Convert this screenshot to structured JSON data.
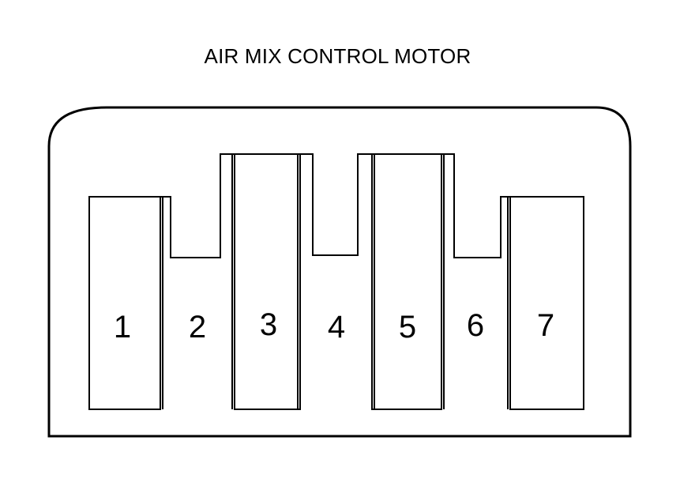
{
  "title": "AIR MIX CONTROL MOTOR",
  "connector": {
    "pins": [
      {
        "number": "1",
        "tall": false
      },
      {
        "number": "2",
        "tall": false
      },
      {
        "number": "3",
        "tall": true
      },
      {
        "number": "4",
        "tall": false
      },
      {
        "number": "5",
        "tall": true
      },
      {
        "number": "6",
        "tall": false
      },
      {
        "number": "7",
        "tall": false
      }
    ]
  },
  "colors": {
    "line": "#000000",
    "background": "#ffffff"
  }
}
